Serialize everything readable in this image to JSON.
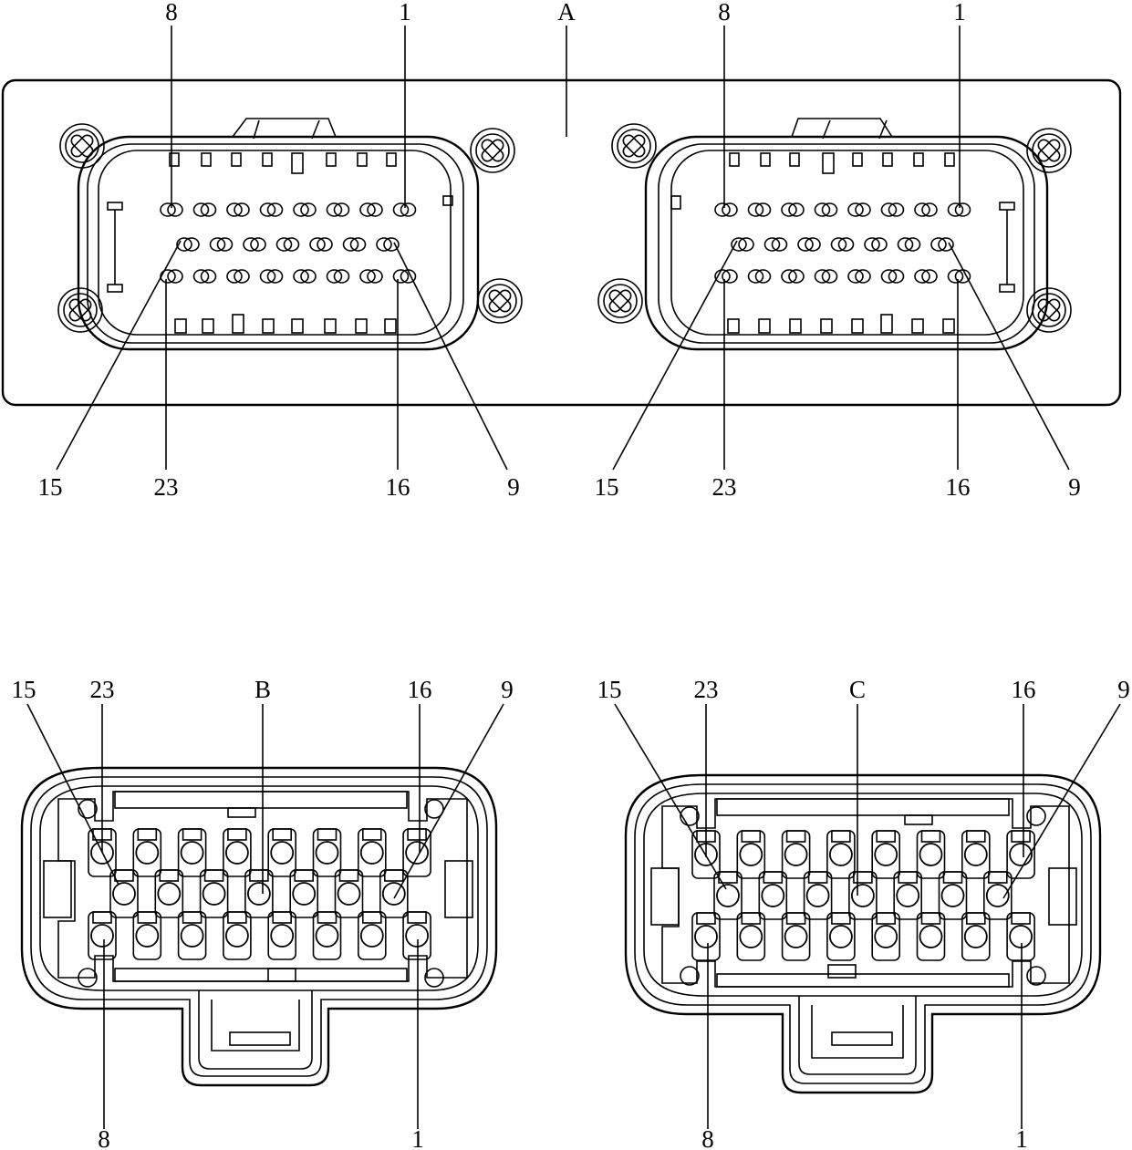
{
  "header_module": {
    "name": "A",
    "top_left_connector_labels": [
      "8",
      "1"
    ],
    "top_right_connector_labels": [
      "8",
      "1"
    ],
    "bottom_left_connector_labels": [
      "15",
      "23",
      "16",
      "9"
    ],
    "bottom_right_connector_labels": [
      "15",
      "23",
      "16",
      "9"
    ]
  },
  "plug_b": {
    "name": "B",
    "top_labels": [
      "15",
      "23",
      "16",
      "9"
    ],
    "bottom_labels": [
      "8",
      "1"
    ]
  },
  "plug_c": {
    "name": "C",
    "top_labels": [
      "15",
      "23",
      "16",
      "9"
    ],
    "bottom_labels": [
      "8",
      "1"
    ]
  },
  "pin_layout": {
    "rows": [
      8,
      7,
      8
    ],
    "total_pins": 23
  },
  "colors": {
    "line": "#000000",
    "background": "#ffffff"
  }
}
